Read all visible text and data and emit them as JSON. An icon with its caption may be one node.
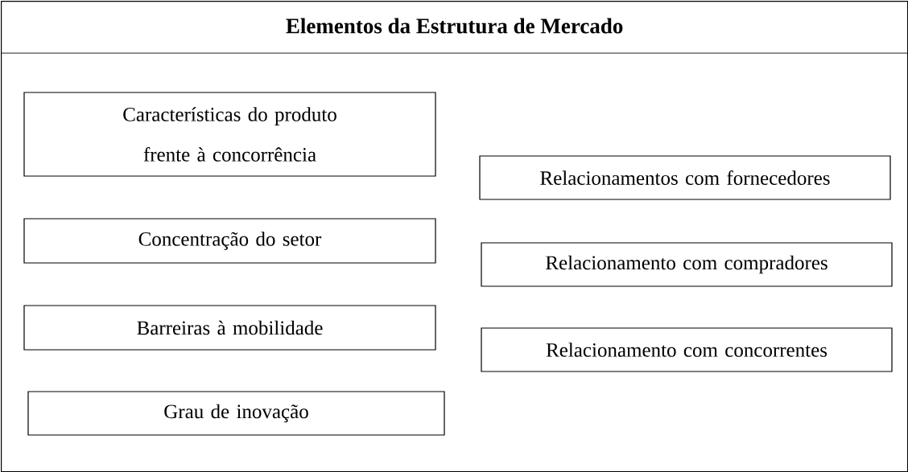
{
  "diagram": {
    "nodes": [
      {
        "text": [
          "Elementos da Estrutura de Mercado"
        ]
      },
      {
        "text": [
          "Características do produto frente à concorrência"
        ],
        "in": 0
      },
      {
        "text": [
          "Concentração do setor"
        ],
        "in": 0
      },
      {
        "text": [
          "Barreiras à mobilidade"
        ],
        "in": 0
      },
      {
        "text": [
          "Grau de inovação"
        ],
        "in": 0
      },
      {
        "text": [
          "Relacionamentos com fornecedores"
        ],
        "in": 0
      },
      {
        "text": [
          "Relacionamento com compradores"
        ],
        "in": 0
      },
      {
        "text": [
          "Relacionamento com concorrentes"
        ],
        "in": 0
      }
    ]
  }
}
